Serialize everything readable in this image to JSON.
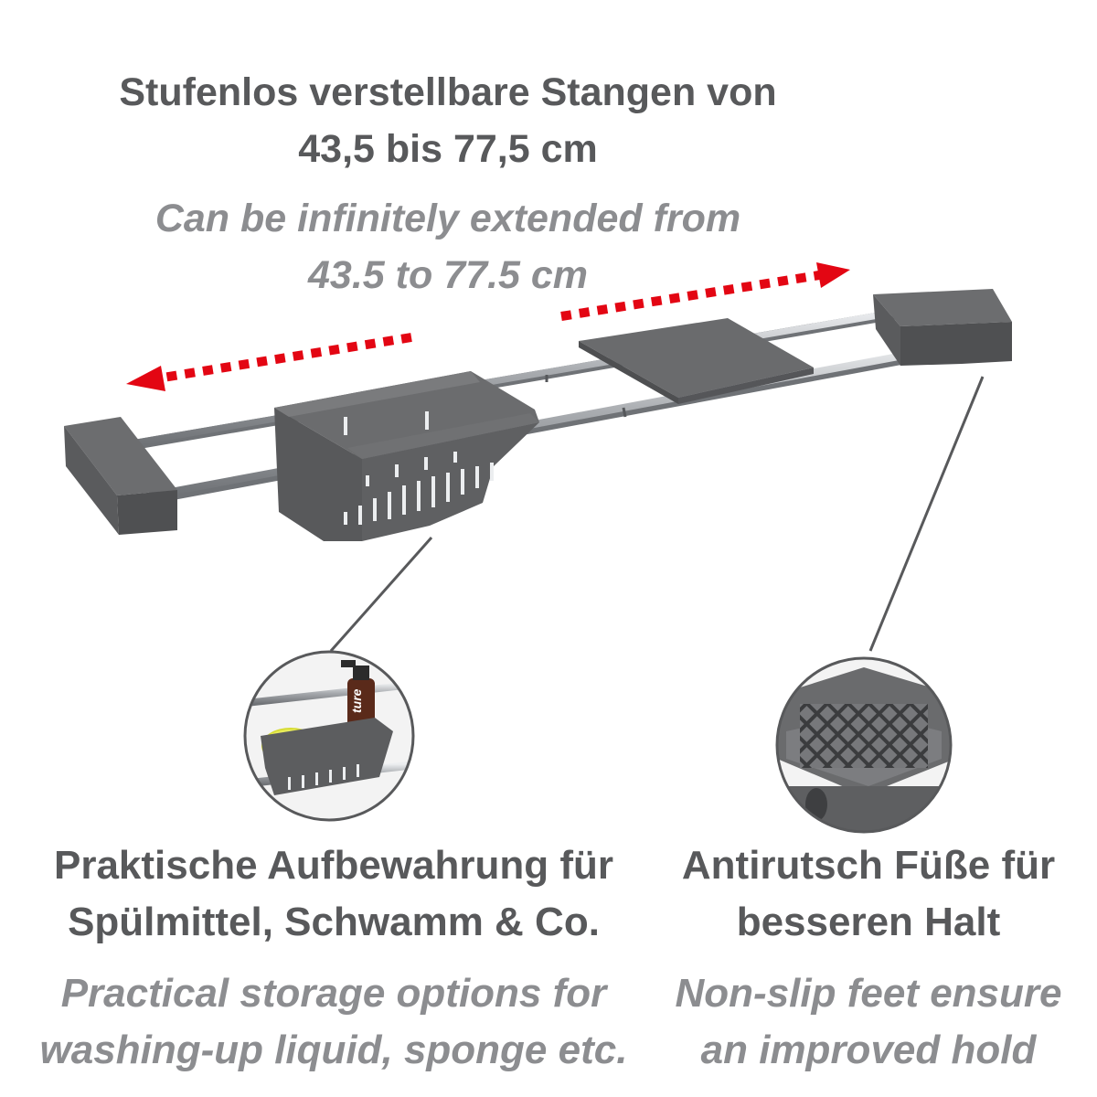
{
  "headline": {
    "de_line1": "Stufenlos verstellbare Stangen von",
    "de_line2": "43,5 bis 77,5 cm",
    "en_line1": "Can be infinitely extended from",
    "en_line2": "43.5 to 77.5 cm"
  },
  "features": [
    {
      "de_line1": "Praktische Aufbewahrung für",
      "de_line2": "Spülmittel, Schwamm & Co.",
      "en_line1": "Practical storage options for",
      "en_line2": "washing-up liquid, sponge etc.",
      "icon": "basket-detail-photo"
    },
    {
      "de_line1": "Antirutsch Füße für",
      "de_line2": "besseren Halt",
      "en_line1": "Non-slip feet ensure",
      "en_line2": "an improved hold",
      "icon": "non-slip-foot-detail-photo"
    }
  ],
  "bottle_label": "ture",
  "colors": {
    "text_dark": "#58595b",
    "text_light": "#8c8d90",
    "product_grey": "#5b5c5e",
    "arrow_red": "#e30613",
    "chrome": "#b9bbbe"
  }
}
